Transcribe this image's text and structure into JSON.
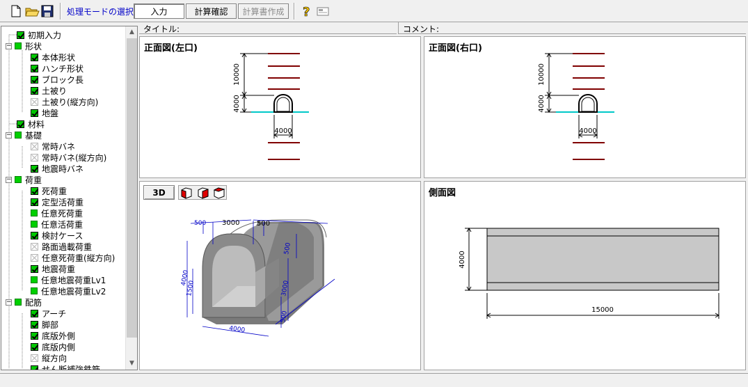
{
  "toolbar": {
    "mode_label": "処理モードの選択",
    "modes": [
      "入力",
      "計算確認",
      "計算書作成"
    ]
  },
  "info": {
    "title_label": "タイトル:",
    "comment_label": "コメント:"
  },
  "tree": {
    "items": [
      {
        "label": "初期入力",
        "state": "on",
        "level": 1
      },
      {
        "label": "形状",
        "state": "group",
        "level": 0
      },
      {
        "label": "本体形状",
        "state": "on",
        "level": 2
      },
      {
        "label": "ハンチ形状",
        "state": "on",
        "level": 2
      },
      {
        "label": "ブロック長",
        "state": "on",
        "level": 2
      },
      {
        "label": "土被り",
        "state": "on",
        "level": 2
      },
      {
        "label": "土被り(縦方向)",
        "state": "off",
        "level": 2
      },
      {
        "label": "地盤",
        "state": "on",
        "level": 2
      },
      {
        "label": "材料",
        "state": "on",
        "level": 1
      },
      {
        "label": "基礎",
        "state": "group",
        "level": 0
      },
      {
        "label": "常時バネ",
        "state": "off",
        "level": 2
      },
      {
        "label": "常時バネ(縦方向)",
        "state": "off",
        "level": 2
      },
      {
        "label": "地震時バネ",
        "state": "on",
        "level": 2
      },
      {
        "label": "荷重",
        "state": "group",
        "level": 0
      },
      {
        "label": "死荷重",
        "state": "on",
        "level": 2
      },
      {
        "label": "定型活荷重",
        "state": "on",
        "level": 2
      },
      {
        "label": "任意死荷重",
        "state": "sq",
        "level": 2
      },
      {
        "label": "任意活荷重",
        "state": "sq",
        "level": 2
      },
      {
        "label": "検討ケース",
        "state": "on",
        "level": 2
      },
      {
        "label": "路面過載荷重",
        "state": "off",
        "level": 2
      },
      {
        "label": "任意死荷重(縦方向)",
        "state": "off",
        "level": 2
      },
      {
        "label": "地震荷重",
        "state": "on",
        "level": 2
      },
      {
        "label": "任意地震荷重Lv1",
        "state": "sq",
        "level": 2
      },
      {
        "label": "任意地震荷重Lv2",
        "state": "sq",
        "level": 2
      },
      {
        "label": "配筋",
        "state": "group",
        "level": 0
      },
      {
        "label": "アーチ",
        "state": "on",
        "level": 2
      },
      {
        "label": "脚部",
        "state": "on",
        "level": 2
      },
      {
        "label": "底版外側",
        "state": "on",
        "level": 2
      },
      {
        "label": "底版内側",
        "state": "on",
        "level": 2
      },
      {
        "label": "縦方向",
        "state": "off",
        "level": 2
      },
      {
        "label": "せん断補強鉄筋",
        "state": "on",
        "level": 2
      }
    ]
  },
  "panels": {
    "front_left": {
      "title": "正面図(左口)",
      "dims": [
        "10000",
        "4000",
        "4000"
      ]
    },
    "front_right": {
      "title": "正面図(右口)",
      "dims": [
        "10000",
        "4000",
        "4000"
      ]
    },
    "view3d": {
      "button": "3D",
      "dims": [
        "500",
        "3000",
        "500",
        "500",
        "3000",
        "4000",
        "1500",
        "500",
        "4000"
      ]
    },
    "side": {
      "title": "側面図",
      "height": "4000",
      "length": "15000"
    }
  },
  "colors": {
    "accent_text": "#0000c8",
    "dim_line": "#0000c8",
    "ground": "#00c8c8",
    "layer": "#800000"
  }
}
